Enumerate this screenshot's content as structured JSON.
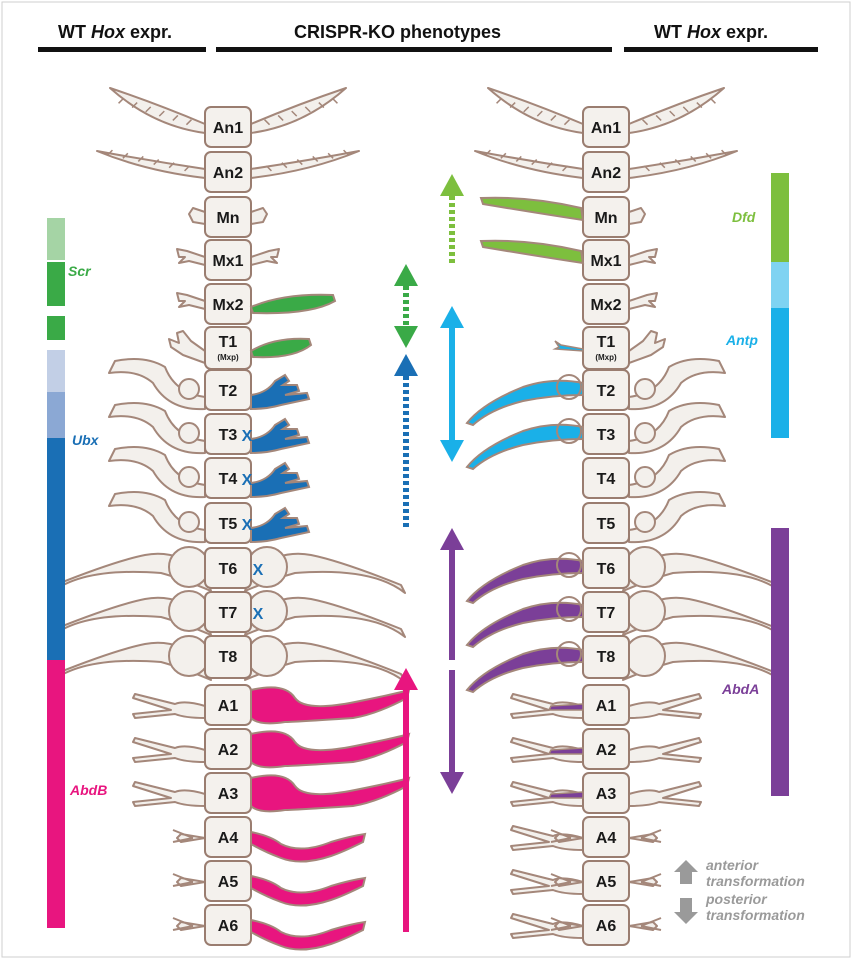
{
  "headers": {
    "left": {
      "prefix": "WT ",
      "hox": "Hox",
      "suffix": " expr."
    },
    "center": "CRISPR-KO phenotypes",
    "right": {
      "prefix": "WT ",
      "hox": "Hox",
      "suffix": " expr."
    }
  },
  "segments": [
    {
      "label": "An1",
      "sub": ""
    },
    {
      "label": "An2",
      "sub": ""
    },
    {
      "label": "Mn",
      "sub": ""
    },
    {
      "label": "Mx1",
      "sub": ""
    },
    {
      "label": "Mx2",
      "sub": ""
    },
    {
      "label": "T1",
      "sub": "(Mxp)"
    },
    {
      "label": "T2",
      "sub": ""
    },
    {
      "label": "T3",
      "sub": ""
    },
    {
      "label": "T4",
      "sub": ""
    },
    {
      "label": "T5",
      "sub": ""
    },
    {
      "label": "T6",
      "sub": ""
    },
    {
      "label": "T7",
      "sub": ""
    },
    {
      "label": "T8",
      "sub": ""
    },
    {
      "label": "A1",
      "sub": ""
    },
    {
      "label": "A2",
      "sub": ""
    },
    {
      "label": "A3",
      "sub": ""
    },
    {
      "label": "A4",
      "sub": ""
    },
    {
      "label": "A5",
      "sub": ""
    },
    {
      "label": "A6",
      "sub": ""
    }
  ],
  "genes_left": [
    {
      "name": "Scr",
      "color": "#3aaa47"
    },
    {
      "name": "Ubx",
      "color": "#1a6fb5"
    },
    {
      "name": "AbdB",
      "color": "#e8157f"
    }
  ],
  "genes_right": [
    {
      "name": "Dfd",
      "color": "#7dbf3e"
    },
    {
      "name": "Antp",
      "color": "#1ab0e8"
    },
    {
      "name": "AbdA",
      "color": "#7b3f98"
    }
  ],
  "legend": {
    "anterior_1": "anterior",
    "anterior_2": "transformation",
    "posterior_1": "posterior",
    "posterior_2": "transformation"
  },
  "knockout_marker": "X",
  "colors": {
    "limb_fill": "#f3f0ec",
    "limb_stroke": "#a4877a",
    "segment_fill": "#f4f1ed",
    "segment_stroke": "#9a7d70",
    "arrow_gray": "#9a9a9a"
  }
}
